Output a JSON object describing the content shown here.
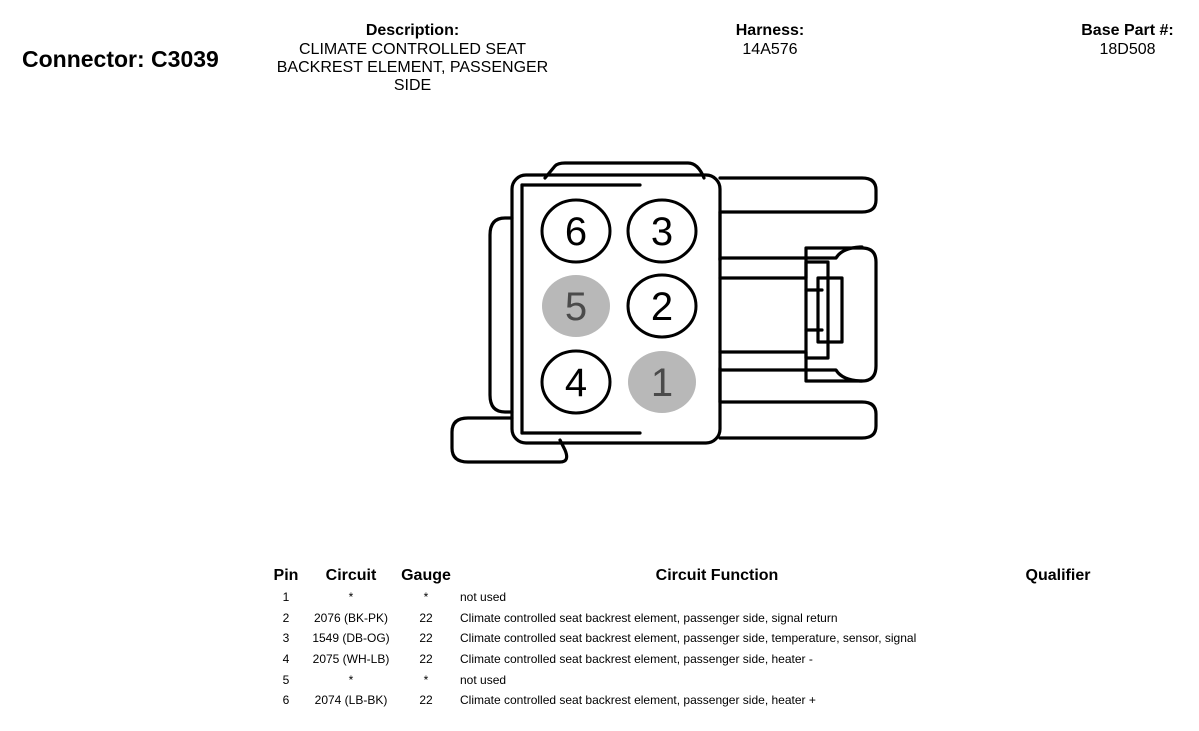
{
  "header": {
    "connector": "Connector: C3039",
    "description_label": "Description:",
    "description_lines": [
      "CLIMATE CONTROLLED SEAT",
      "BACKREST ELEMENT, PASSENGER",
      "SIDE"
    ],
    "harness_label": "Harness:",
    "harness_value": "14A576",
    "base_part_label": "Base Part #:",
    "base_part_value": "18D508"
  },
  "connector_face": {
    "pins": [
      {
        "number": "6",
        "state": "used"
      },
      {
        "number": "3",
        "state": "used"
      },
      {
        "number": "5",
        "state": "unused"
      },
      {
        "number": "2",
        "state": "used"
      },
      {
        "number": "4",
        "state": "used"
      },
      {
        "number": "1",
        "state": "unused"
      }
    ],
    "colors": {
      "used_fill": "#ffffff",
      "unused_fill": "#b8b8b8",
      "used_text": "#000000",
      "unused_text": "#4a4a4a",
      "outline": "#000000"
    }
  },
  "table": {
    "headers": {
      "pin": "Pin",
      "circuit": "Circuit",
      "gauge": "Gauge",
      "function": "Circuit Function",
      "qualifier": "Qualifier"
    },
    "rows": [
      {
        "pin": "1",
        "circuit": "*",
        "gauge": "*",
        "function": "not used",
        "qualifier": ""
      },
      {
        "pin": "2",
        "circuit": "2076 (BK-PK)",
        "gauge": "22",
        "function": "Climate controlled seat backrest element, passenger side, signal return",
        "qualifier": ""
      },
      {
        "pin": "3",
        "circuit": "1549 (DB-OG)",
        "gauge": "22",
        "function": "Climate controlled seat backrest element, passenger side, temperature, sensor, signal",
        "qualifier": ""
      },
      {
        "pin": "4",
        "circuit": "2075 (WH-LB)",
        "gauge": "22",
        "function": "Climate controlled seat backrest element, passenger side, heater -",
        "qualifier": ""
      },
      {
        "pin": "5",
        "circuit": "*",
        "gauge": "*",
        "function": "not used",
        "qualifier": ""
      },
      {
        "pin": "6",
        "circuit": "2074 (LB-BK)",
        "gauge": "22",
        "function": "Climate controlled seat backrest element, passenger side, heater +",
        "qualifier": ""
      }
    ]
  }
}
